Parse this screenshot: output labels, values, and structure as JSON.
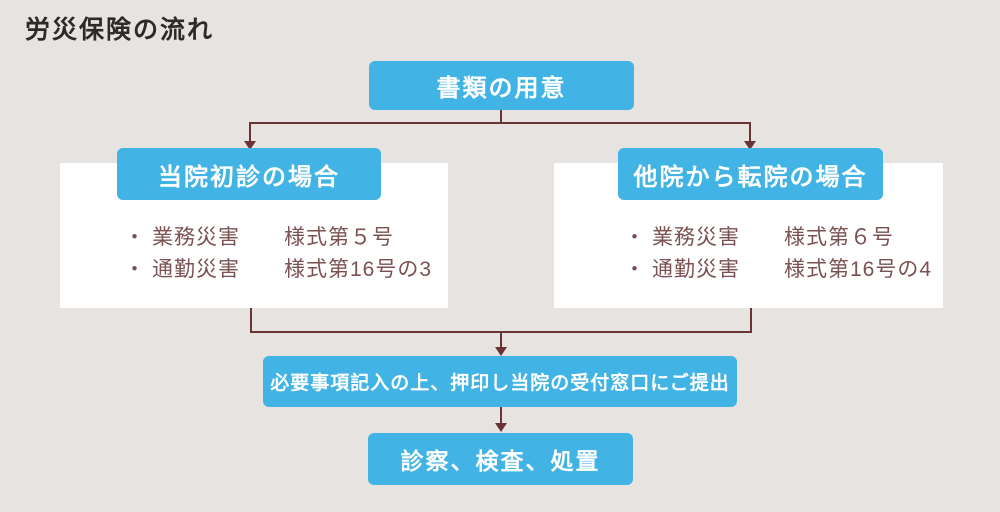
{
  "title": "労災保険の流れ",
  "colors": {
    "accent_blue": "#41b3e5",
    "background": "#e6e3e1",
    "connector_brown": "#6b3434",
    "list_text_brown": "#7b5151",
    "panel_white": "#ffffff",
    "box_text_white": "#ffffff",
    "title_text": "#2d2b2a"
  },
  "flow": {
    "start": {
      "label": "書類の用意"
    },
    "branches": [
      {
        "header": "当院初診の場合",
        "items": [
          {
            "marker": "・",
            "category": "業務災害",
            "form": "様式第５号"
          },
          {
            "marker": "・",
            "category": "通勤災害",
            "form": "様式第16号の3"
          }
        ]
      },
      {
        "header": "他院から転院の場合",
        "items": [
          {
            "marker": "・",
            "category": "業務災害",
            "form": "様式第６号"
          },
          {
            "marker": "・",
            "category": "通勤災害",
            "form": "様式第16号の4"
          }
        ]
      }
    ],
    "submit": {
      "label": "必要事項記入の上、押印し当院の受付窓口にご提出"
    },
    "end": {
      "label": "診察、検査、処置"
    }
  }
}
